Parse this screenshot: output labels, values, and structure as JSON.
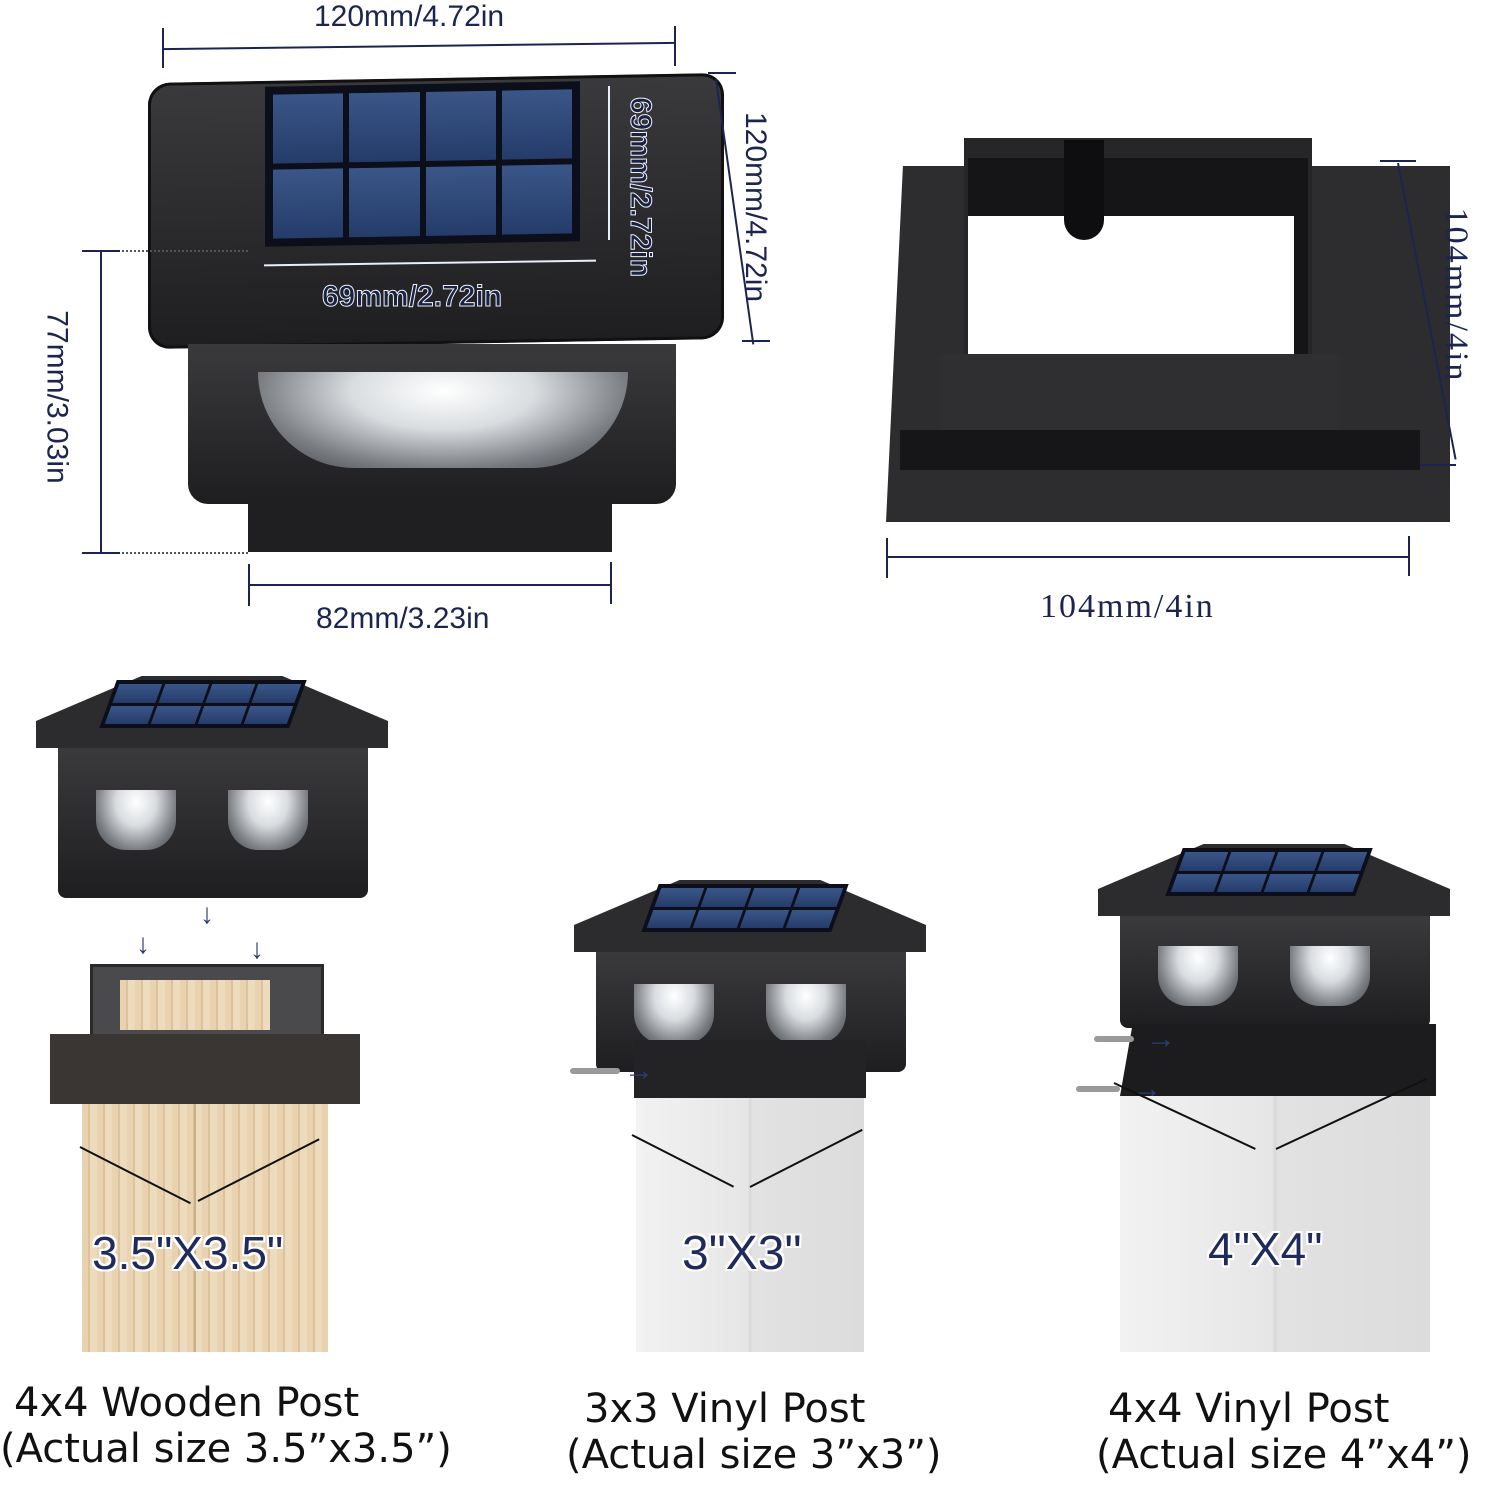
{
  "top_left_product": {
    "width_label": "120mm/4.72in",
    "depth_label": "120mm/4.72in",
    "panel_height_label": "69mm/2.72in",
    "panel_width_label": "69mm/2.72in",
    "height_label": "77mm/3.03in",
    "base_width_label": "82mm/3.23in"
  },
  "top_right_adapter": {
    "width_label": "104mm/4in",
    "depth_label": "104mm/4in"
  },
  "posts": [
    {
      "size_label": "3.5\"X3.5\"",
      "title": "4x4 Wooden Post",
      "subtitle": "(Actual size 3.5”x3.5”)",
      "material": "wood"
    },
    {
      "size_label": "3\"X3\"",
      "title": "3x3 Vinyl Post",
      "subtitle": "(Actual size 3”x3”)",
      "material": "vinyl"
    },
    {
      "size_label": "4\"X4\"",
      "title": "4x4 Vinyl Post",
      "subtitle": "(Actual size 4”x4”)",
      "material": "vinyl"
    }
  ],
  "colors": {
    "dimension_text": "#1b2550",
    "housing": "#2a2a2c",
    "solar_cell": "#2f4a7c",
    "wood": "#e3cba6",
    "vinyl": "#e6e6e6",
    "arrow": "#2c3e72"
  }
}
